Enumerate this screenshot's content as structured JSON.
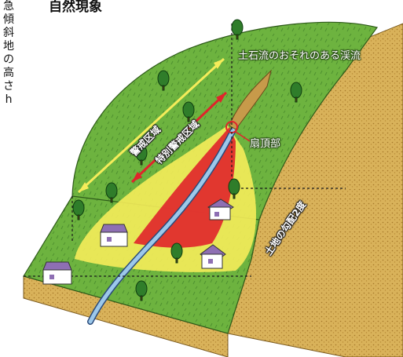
{
  "side_label": "急傾斜地の高さh",
  "title": "自然現象",
  "labels": {
    "ravine": "土石流のおそれのある渓流",
    "fan_apex": "扇頂部",
    "slope": "土地の勾配2度",
    "warning_zone": "警戒区域",
    "special_warning_zone": "特別警戒区域"
  },
  "colors": {
    "grass": "#6db33f",
    "soil": "#d9b25a",
    "warning_zone": "#f5ec5a",
    "special_zone": "#e0242b",
    "river": "#9cc8ea"
  }
}
